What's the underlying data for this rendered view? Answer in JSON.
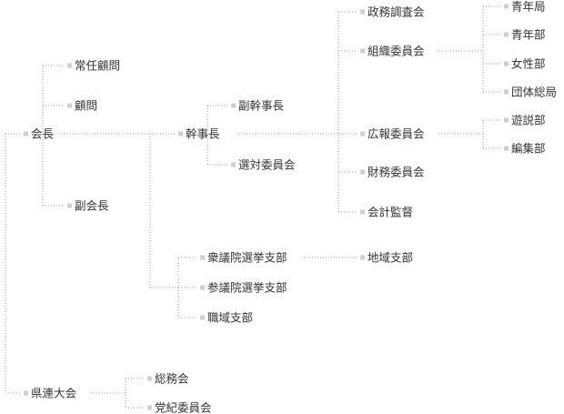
{
  "nodes": [
    {
      "id": "kaicho",
      "label": "会長"
    },
    {
      "id": "jonin-komon",
      "label": "常任顧問"
    },
    {
      "id": "komon",
      "label": "顧問"
    },
    {
      "id": "fuku-kaicho",
      "label": "副会長"
    },
    {
      "id": "kanjicho",
      "label": "幹事長"
    },
    {
      "id": "fuku-kanjicho",
      "label": "副幹事長"
    },
    {
      "id": "sentai",
      "label": "選対委員会"
    },
    {
      "id": "seimu",
      "label": "政務調査会"
    },
    {
      "id": "soshiki",
      "label": "組織委員会"
    },
    {
      "id": "seinenkyoku",
      "label": "青年局"
    },
    {
      "id": "seinenbu",
      "label": "青年部"
    },
    {
      "id": "joseibu",
      "label": "女性部"
    },
    {
      "id": "dantai",
      "label": "団体総局"
    },
    {
      "id": "koho",
      "label": "広報委員会"
    },
    {
      "id": "yuzei",
      "label": "遊説部"
    },
    {
      "id": "henshu",
      "label": "編集部"
    },
    {
      "id": "zaimu",
      "label": "財務委員会"
    },
    {
      "id": "kaikei",
      "label": "会計監督"
    },
    {
      "id": "shugiin",
      "label": "衆議院選挙支部"
    },
    {
      "id": "chiiki",
      "label": "地域支部"
    },
    {
      "id": "sangiin",
      "label": "参議院選挙支部"
    },
    {
      "id": "shokuiki",
      "label": "職域支部"
    },
    {
      "id": "kenren",
      "label": "県連大会"
    },
    {
      "id": "somukai",
      "label": "総務会"
    },
    {
      "id": "toki",
      "label": "党紀委員会"
    }
  ]
}
